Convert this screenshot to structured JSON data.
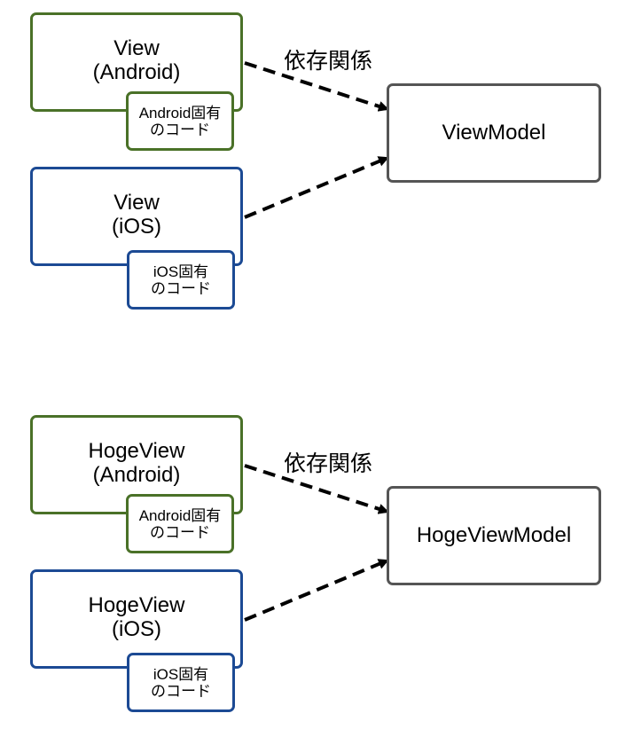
{
  "diagrams": [
    {
      "dependency_label": "依存関係",
      "android_view": {
        "title": "View",
        "platform": "(Android)",
        "code_line1": "Android固有",
        "code_line2": "のコード"
      },
      "ios_view": {
        "title": "View",
        "platform": "(iOS)",
        "code_line1": "iOS固有",
        "code_line2": "のコード"
      },
      "view_model": "ViewModel"
    },
    {
      "dependency_label": "依存関係",
      "android_view": {
        "title": "HogeView",
        "platform": "(Android)",
        "code_line1": "Android固有",
        "code_line2": "のコード"
      },
      "ios_view": {
        "title": "HogeView",
        "platform": "(iOS)",
        "code_line1": "iOS固有",
        "code_line2": "のコード"
      },
      "view_model": "HogeViewModel"
    }
  ],
  "colors": {
    "android_border": "#4a7128",
    "ios_border": "#1c4a94",
    "viewmodel_border": "#555555",
    "arrow": "#000000"
  }
}
